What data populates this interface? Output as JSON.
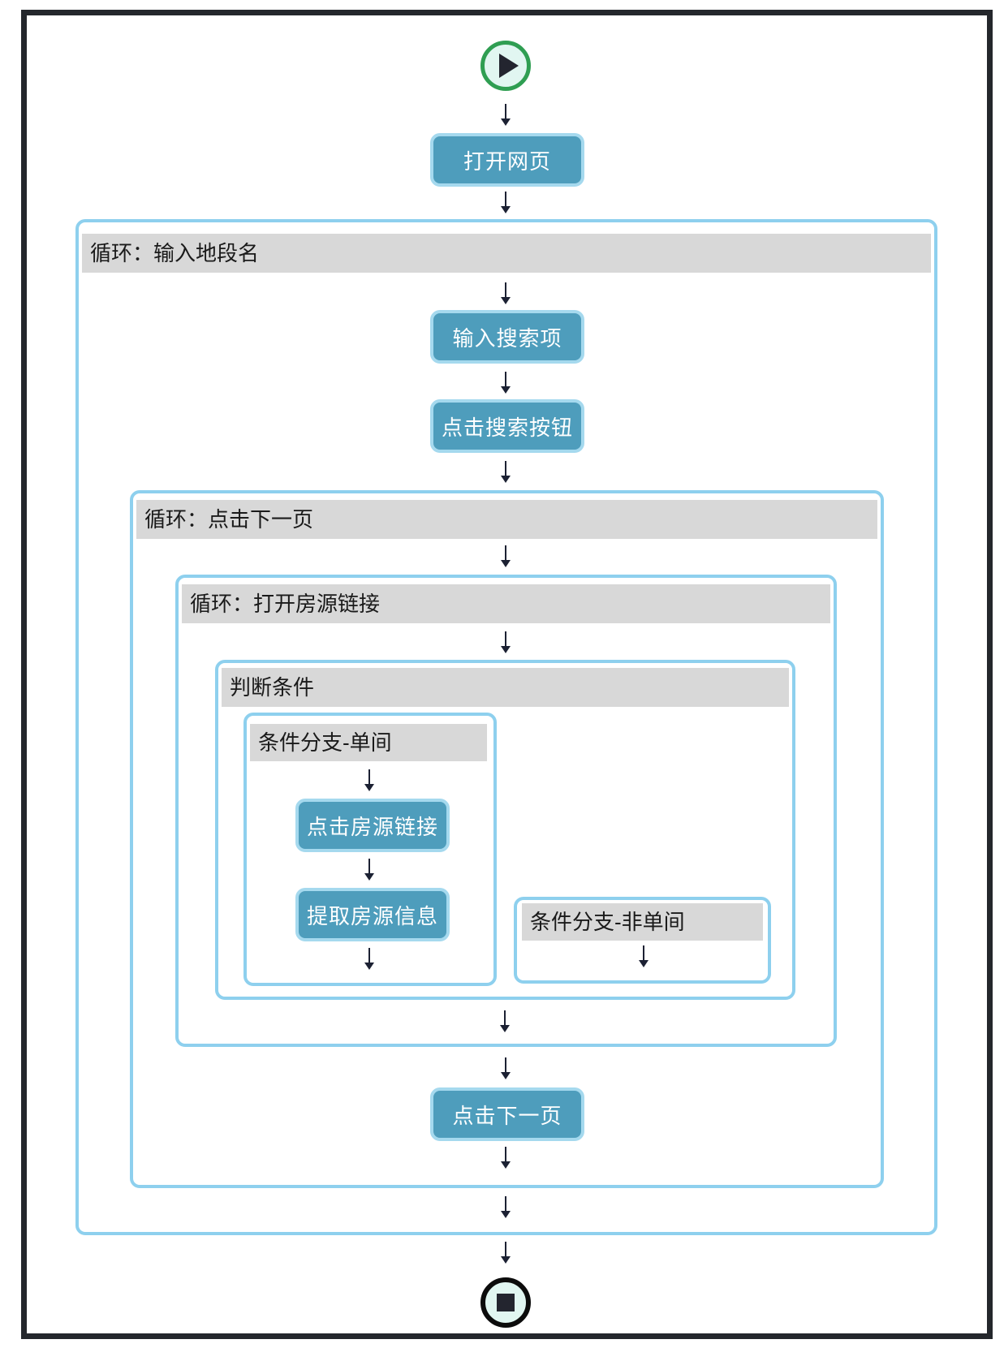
{
  "colors": {
    "step_fill": "#4e9dbc",
    "step_border": "#a5d9ee",
    "step_text": "#ffffff",
    "container_border": "#8ed0ee",
    "header_bg": "#d8d8d8",
    "header_text": "#1a1a1a",
    "frame": "#24272c",
    "start_ring": "#2f9e52",
    "end_ring": "#0c0c0c",
    "icon_bg": "#e1f6f1",
    "icon_glyph": "#23252f",
    "arrow": "#1c2133"
  },
  "icons": {
    "start": "play-icon",
    "end": "stop-icon"
  },
  "steps": {
    "open_page": "打开网页",
    "input_search": "输入搜索项",
    "click_search": "点击搜索按钮",
    "click_listing": "点击房源链接",
    "extract_listing": "提取房源信息",
    "click_next_page": "点击下一页"
  },
  "containers": {
    "loop_district": "循环：输入地段名",
    "loop_next_page": "循环：点击下一页",
    "loop_open_listing": "循环：打开房源链接",
    "condition": "判断条件",
    "branch_single_room": "条件分支-单间",
    "branch_not_single_room": "条件分支-非单间"
  }
}
